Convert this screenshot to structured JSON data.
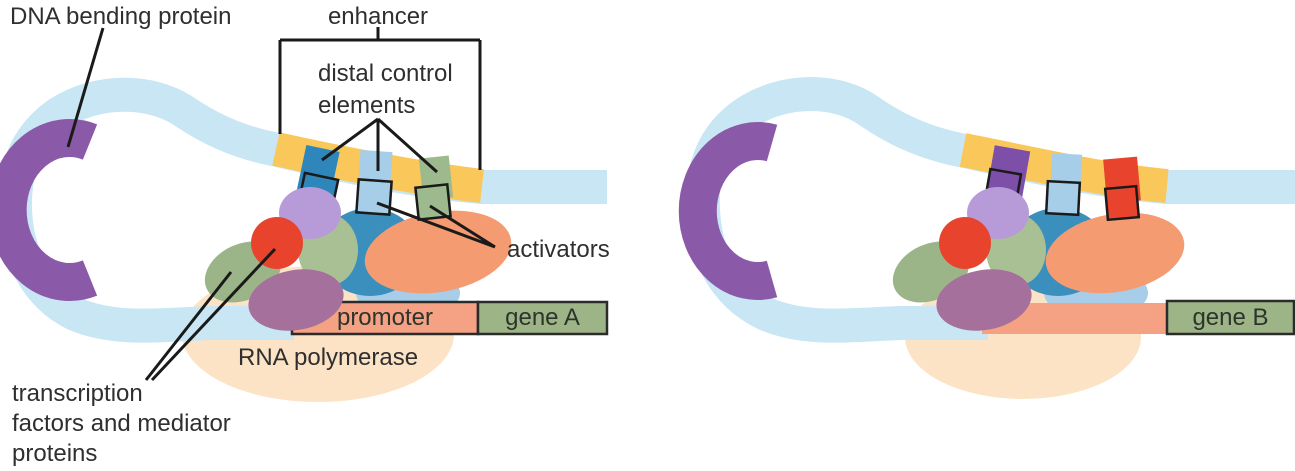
{
  "diagram": {
    "title": "eukaryotic transcription regulation (enhancer / activator) diagram",
    "labels": {
      "dna_bending_protein": "DNA bending protein",
      "enhancer": "enhancer",
      "distal_control_elements": "distal control\nelements",
      "activators": "activators",
      "promoter": "promoter",
      "gene_a": "gene A",
      "gene_b": "gene B",
      "rna_polymerase": "RNA polymerase",
      "transcription_factors": "transcription\nfactors and mediator\nproteins"
    },
    "colors": {
      "dna_strand": "#c8e6f3",
      "enhancer_band": "#f9c75a",
      "dna_bending_protein": "#8a59a8",
      "element_dark_blue": "#2e86ba",
      "element_light_blue": "#a6cee9",
      "element_green": "#9dba8e",
      "element_purple": "#7d4fa8",
      "element_red": "#e8432c",
      "protein_light_purple": "#b79bd8",
      "protein_red": "#e8432c",
      "protein_sage": "#9cb588",
      "protein_sage2": "#a9bf94",
      "protein_mauve": "#a5709c",
      "protein_teal": "#3a8fbc",
      "protein_light_blue": "#a8cde9",
      "protein_orange": "#f49b72",
      "rna_polymerase_blob": "#fce3c5",
      "promoter_fill": "#f4a184",
      "gene_fill": "#9db586",
      "outline": "#1a1a1a",
      "label_text": "#2f2f2f"
    }
  }
}
